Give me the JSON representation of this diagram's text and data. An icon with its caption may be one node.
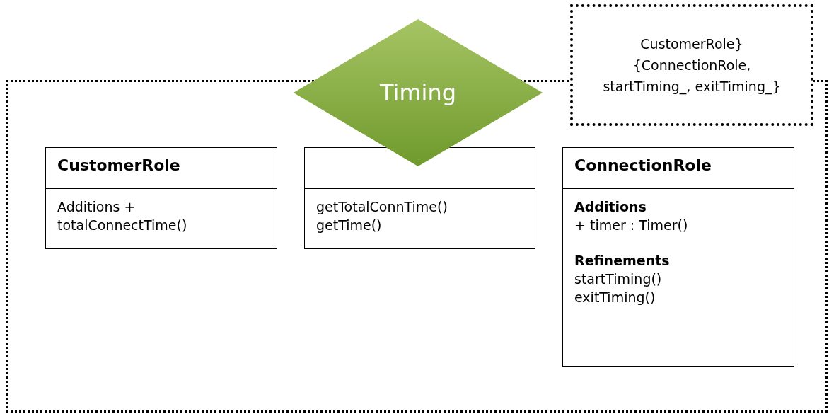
{
  "diagram": {
    "nodes": [
      {
        "text": [],
        "shape": "box"
      },
      {
        "text": [
          "Timing"
        ]
      },
      {
        "text": [
          "CustomerRole} {ConnectionRole, startTiming_, exitTiming_}"
        ]
      },
      {
        "text": [
          "CustomerRole",
          "Additions + totalConnectTime()"
        ],
        "in": 0
      },
      {
        "text": [
          "getTotalConnTime() getTime()"
        ],
        "in": 0
      },
      {
        "text": [
          "ConnectionRole",
          "Additions",
          "+ timer : Timer()",
          "Refinements",
          "startTiming() exitTiming()"
        ],
        "in": 0
      }
    ]
  }
}
